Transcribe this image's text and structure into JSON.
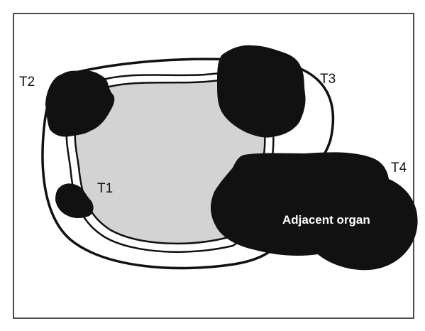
{
  "colors": {
    "background": "#ffffff",
    "ink": "#111111",
    "lumen": "#d3d3d3",
    "organ_text": "#ffffff"
  },
  "labels": {
    "t1": "T1",
    "t2": "T2",
    "t3": "T3",
    "t4": "T4",
    "adjacent_organ": "Adjacent organ"
  }
}
